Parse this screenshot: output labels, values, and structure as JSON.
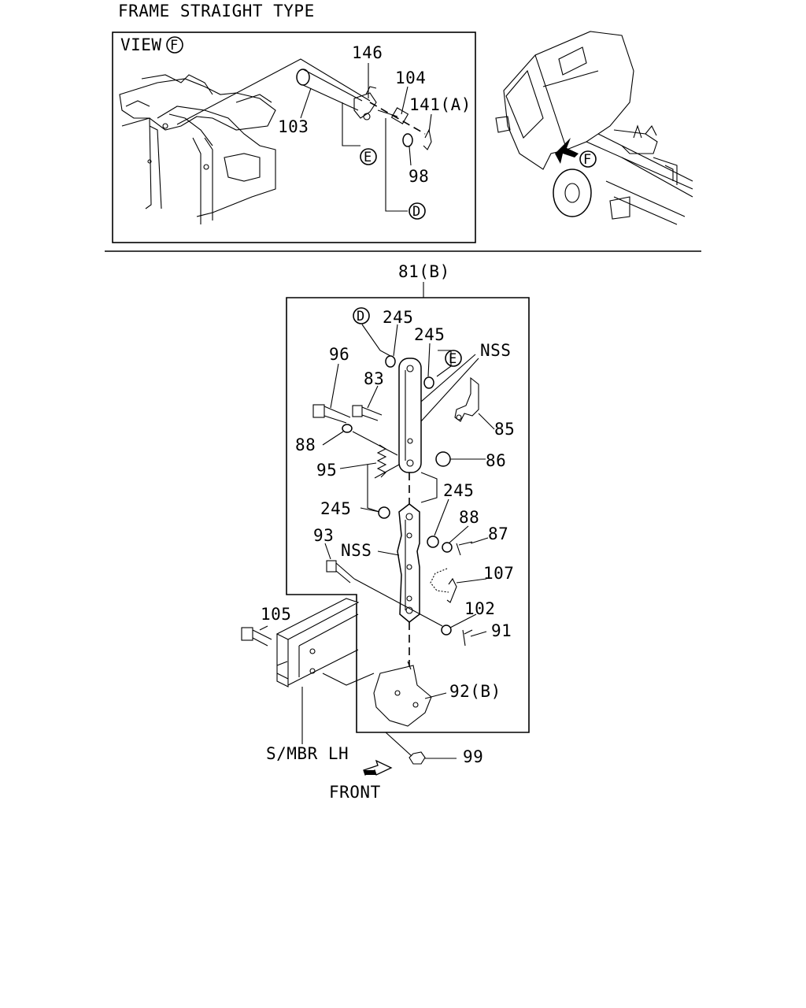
{
  "diagram": {
    "title": "FRAME STRAIGHT TYPE",
    "view_label": "VIEW",
    "view_marker": "F",
    "callout_markers": {
      "D": "D",
      "E": "E",
      "F": "F"
    },
    "top_labels": {
      "p146": "146",
      "p104": "104",
      "p141": "141(A)",
      "p103": "103",
      "p98": "98"
    },
    "main_labels": {
      "p81": "81(B)",
      "p245a": "245",
      "p245b": "245",
      "nss_top": "NSS",
      "p96": "96",
      "p83": "83",
      "p85": "85",
      "p88a": "88",
      "p86": "86",
      "p95": "95",
      "p245c": "245",
      "p245d": "245",
      "p88b": "88",
      "p87": "87",
      "p93": "93",
      "nss_bottom": "NSS",
      "p107": "107",
      "p105": "105",
      "p102": "102",
      "p91": "91",
      "p92": "92(B)",
      "smbr": "S/MBR LH",
      "p99": "99",
      "front": "FRONT"
    }
  }
}
